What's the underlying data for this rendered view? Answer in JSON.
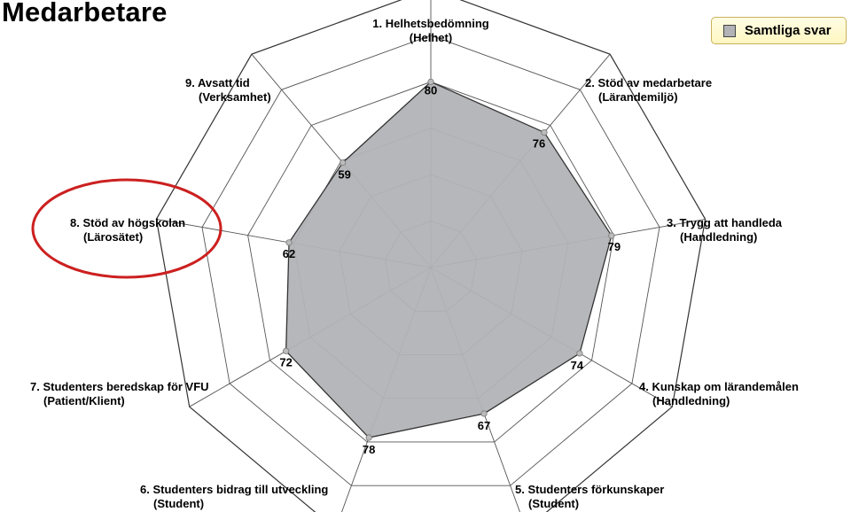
{
  "page": {
    "title": "Medarbetare"
  },
  "legend": {
    "label": "Samtliga svar",
    "swatch_color": "#b2b3b6"
  },
  "highlight": {
    "color": "#cc2020",
    "target_axis": "8. Stöd av högskolan"
  },
  "chart_data": {
    "type": "radar",
    "title": "",
    "axes": [
      {
        "label": "1. Helhetsbedömning",
        "sublabel": "(Helhet)"
      },
      {
        "label": "2. Stöd av medarbetare",
        "sublabel": "(Lärandemiljö)"
      },
      {
        "label": "3. Trygg att handleda",
        "sublabel": "(Handledning)"
      },
      {
        "label": "4. Kunskap om lärandemålen",
        "sublabel": "(Handledning)"
      },
      {
        "label": "5. Studenters förkunskaper",
        "sublabel": "(Student)"
      },
      {
        "label": "6. Studenters bidrag till utveckling",
        "sublabel": "(Student)"
      },
      {
        "label": "7. Studenters beredskap för VFU",
        "sublabel": "(Patient/Klient)"
      },
      {
        "label": "8. Stöd av högskolan",
        "sublabel": "(Lärosätet)"
      },
      {
        "label": "9. Avsatt tid",
        "sublabel": "(Verksamhet)"
      }
    ],
    "series": [
      {
        "name": "Samtliga svar",
        "values": [
          80,
          76,
          79,
          74,
          67,
          78,
          72,
          62,
          59
        ],
        "color": "#b2b3b6"
      }
    ],
    "rmin": 0,
    "rmax": 100,
    "grid_rings": [
      20,
      40,
      60,
      80,
      100,
      120
    ],
    "grid": true,
    "legend_position": "top-right"
  }
}
